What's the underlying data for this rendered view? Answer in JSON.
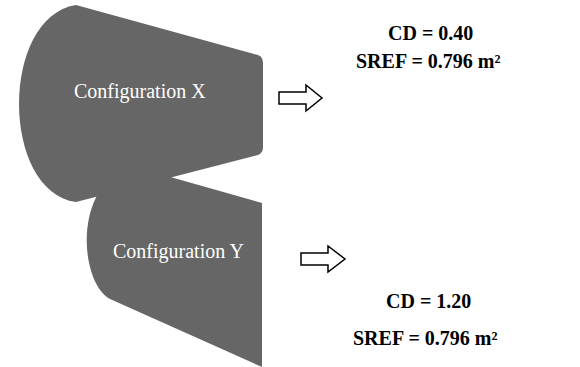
{
  "diagram": {
    "nodes": [
      {
        "text": [
          "Configuration X"
        ]
      },
      {
        "text": [
          "Configuration Y"
        ]
      }
    ],
    "labels": [
      "CD = 0.40",
      "SREF = 0.796 m²",
      "CD = 1.20",
      "SREF = 0.796 m²"
    ]
  }
}
